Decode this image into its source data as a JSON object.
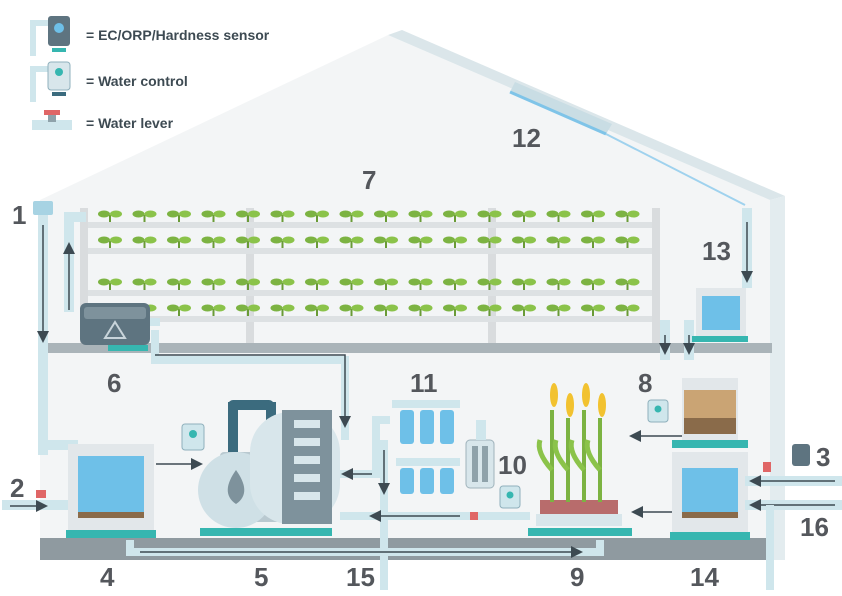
{
  "legend": {
    "items": [
      {
        "icon": "ec-orp-hardness-sensor-icon",
        "label": "= EC/ORP/Hardness sensor"
      },
      {
        "icon": "water-control-icon",
        "label": "= Water control"
      },
      {
        "icon": "water-lever-icon",
        "label": "= Water lever"
      }
    ]
  },
  "callouts": [
    "1",
    "2",
    "3",
    "4",
    "5",
    "6",
    "7",
    "8",
    "9",
    "10",
    "11",
    "12",
    "13",
    "14",
    "15",
    "16"
  ],
  "colors": {
    "wall": "#f3f5f6",
    "roof_edge": "#dbe6ea",
    "floor": "#8f9aa0",
    "pipe": "#cfe6ec",
    "water": "#6ec0e8",
    "teal": "#36b6b0",
    "plant": "#7cb342",
    "machine_dark": "#3b6b7e",
    "text": "#54575c"
  }
}
